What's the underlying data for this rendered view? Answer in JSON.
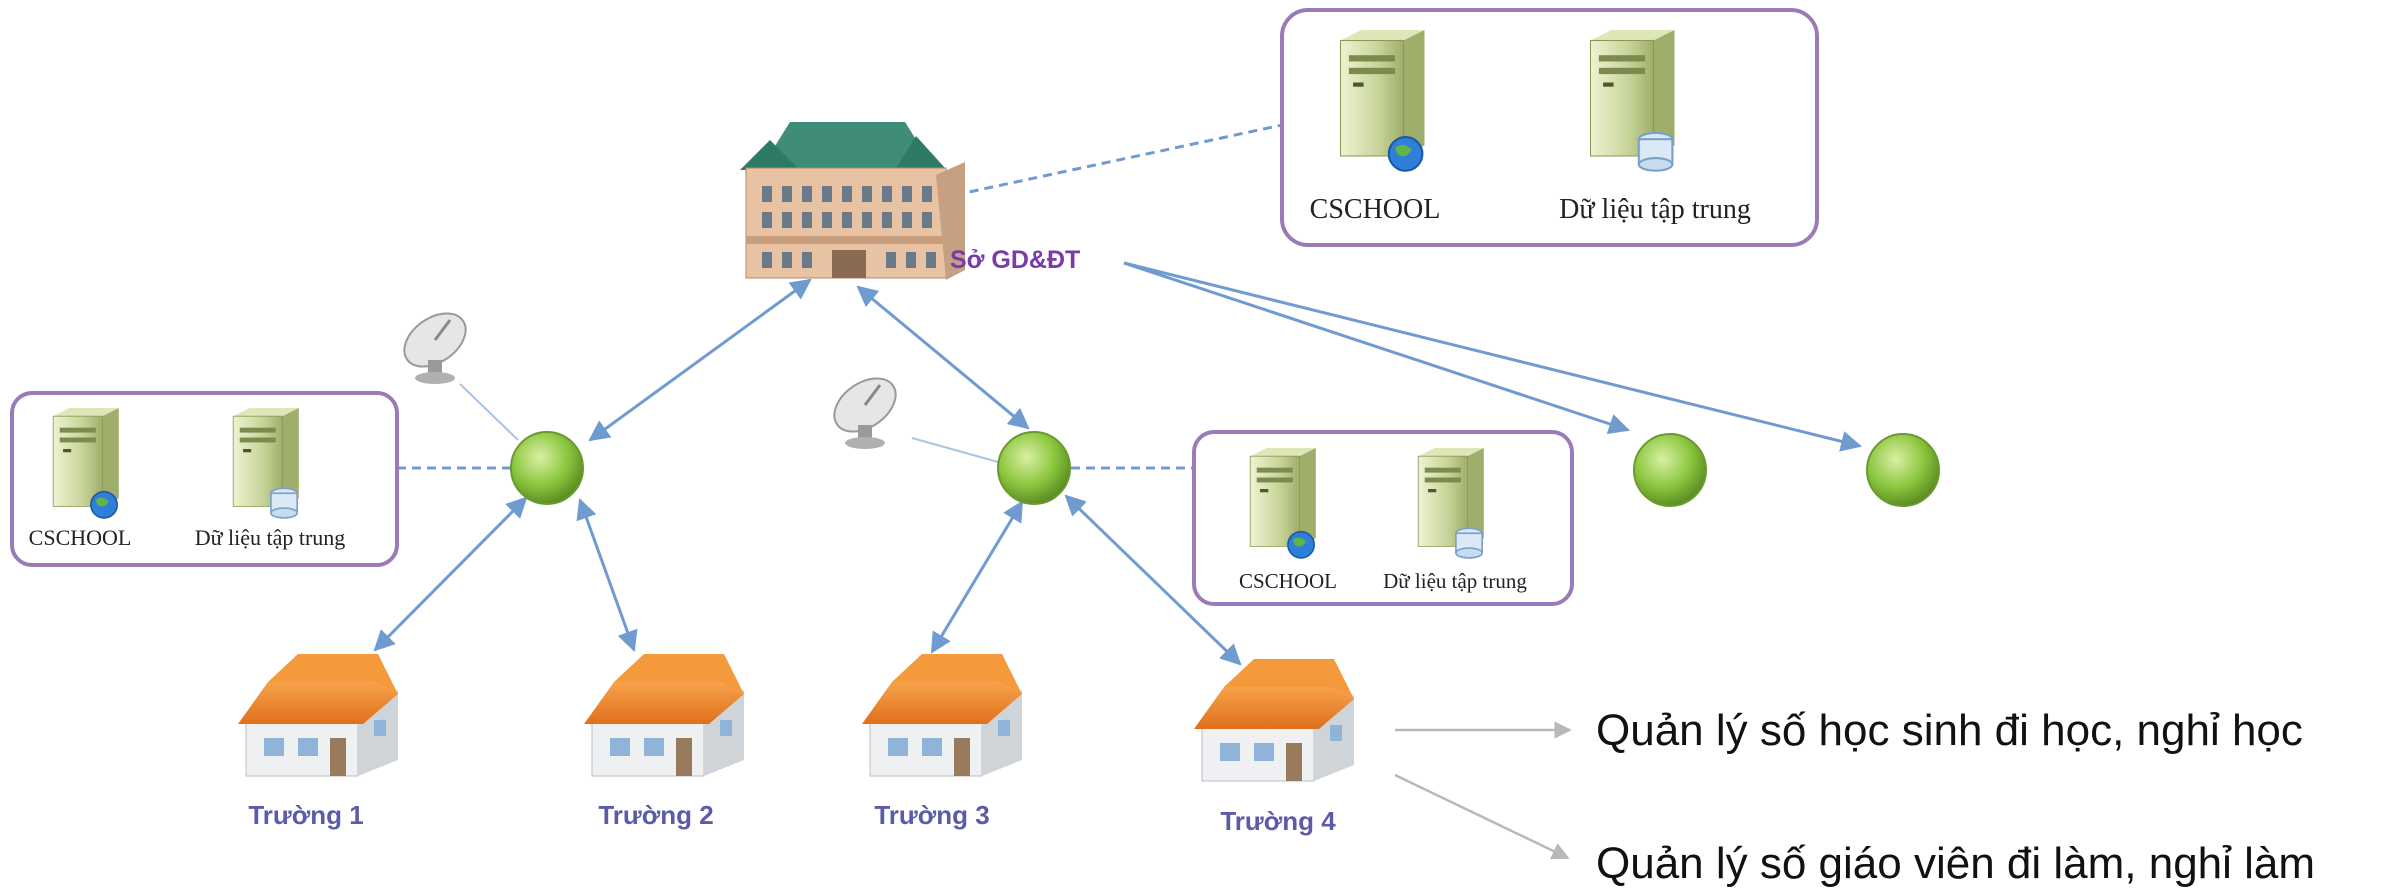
{
  "headquarters": {
    "label": "Sở GD&ĐT"
  },
  "server_groups": [
    {
      "cschool_label": "CSCHOOL",
      "database_label": "Dữ liệu tập trung"
    },
    {
      "cschool_label": "CSCHOOL",
      "database_label": "Dữ liệu tập trung"
    },
    {
      "cschool_label": "CSCHOOL",
      "database_label": "Dữ liệu tập trung"
    }
  ],
  "schools": [
    {
      "label": "Trường 1"
    },
    {
      "label": "Trường 2"
    },
    {
      "label": "Trường 3"
    },
    {
      "label": "Trường 4"
    }
  ],
  "notes": [
    "Quản lý số học sinh đi học, nghỉ học",
    "Quản lý số giáo viên đi làm, nghỉ làm"
  ],
  "colors": {
    "link": "#6f9bd1",
    "box_border": "#9a7bb8",
    "node": "#8cc63f",
    "roof": "#f08a2c"
  }
}
